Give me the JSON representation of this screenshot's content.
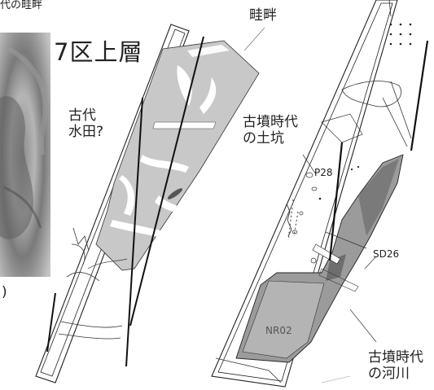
{
  "labels": {
    "photo_caption": "代の畦畔",
    "photo_paren": ")",
    "azebe": "畦畔",
    "title": "7区上層",
    "kodai_suiden": "古代\n水田?",
    "kofun_doko": "古墳時代\nの土坑",
    "p28": "P28",
    "sd26": "SD26",
    "nr02": "NR02",
    "kofun_kasen": "古墳時代\nの河川"
  },
  "colors": {
    "paddy_fill": "#c8c8c8",
    "river_dark": "#7a7a7a",
    "river_mid": "#9b9b9b",
    "river_light": "#b4b4b4",
    "outline": "#222222",
    "photo_dark": "#6e6e6e",
    "photo_light": "#bdbdbd"
  }
}
